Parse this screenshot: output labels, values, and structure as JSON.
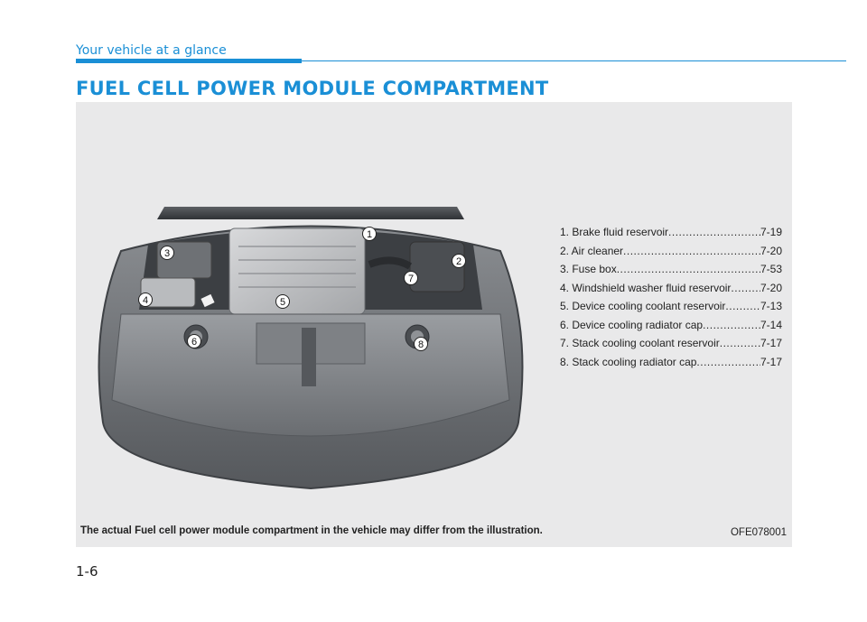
{
  "header": {
    "section_label": "Your vehicle at a glance",
    "title": "FUEL CELL POWER MODULE COMPARTMENT"
  },
  "figure": {
    "callout_numbers": [
      "1",
      "2",
      "3",
      "4",
      "5",
      "6",
      "7",
      "8"
    ],
    "legend": [
      {
        "label": "1. Brake fluid reservoir",
        "page": "7-19"
      },
      {
        "label": "2. Air cleaner",
        "page": "7-20"
      },
      {
        "label": "3. Fuse box",
        "page": "7-53"
      },
      {
        "label": "4. Windshield washer fluid reservoir",
        "page": "7-20"
      },
      {
        "label": "5. Device cooling coolant reservoir",
        "page": "7-13"
      },
      {
        "label": "6. Device cooling radiator cap",
        "page": "7-14"
      },
      {
        "label": "7. Stack cooling coolant reservoir",
        "page": "7-17"
      },
      {
        "label": "8. Stack cooling radiator cap",
        "page": "7-17"
      }
    ],
    "note": "The actual Fuel cell power module compartment in the vehicle may differ from the illustration.",
    "code": "OFE078001"
  },
  "footer": {
    "page_number": "1-6"
  }
}
